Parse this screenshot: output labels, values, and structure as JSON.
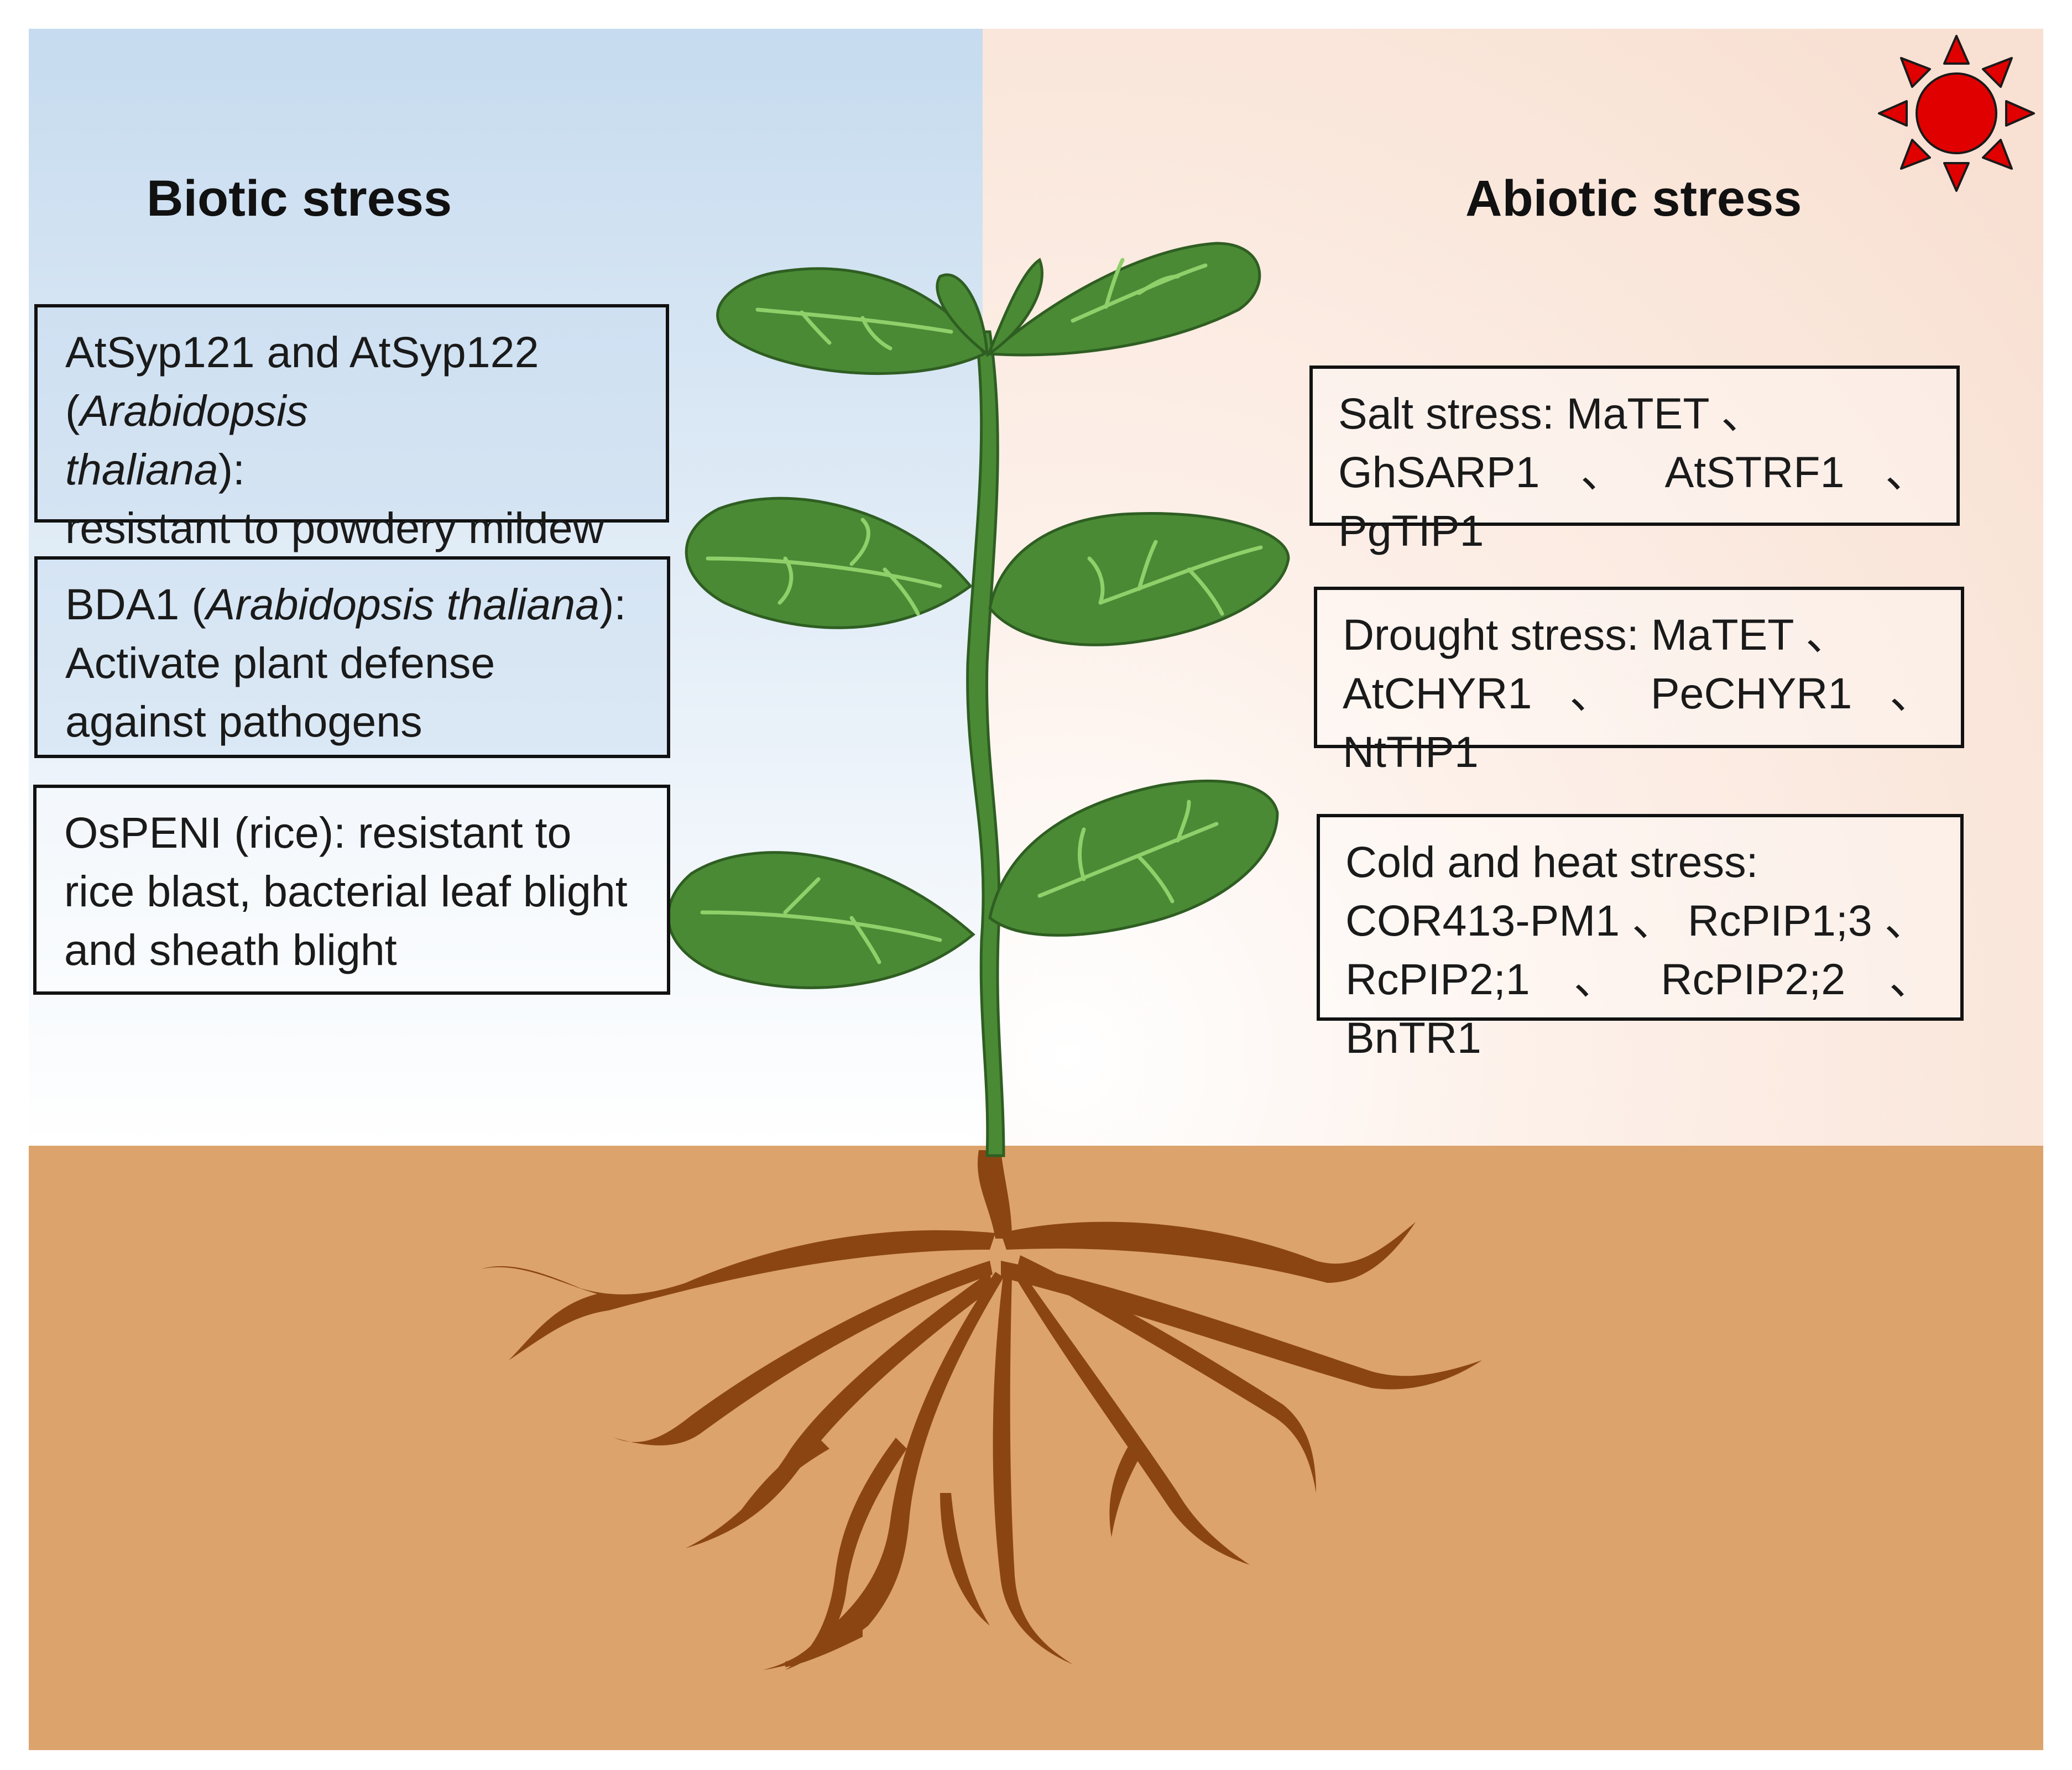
{
  "colors": {
    "sky_blue_top": "#c6dbef",
    "sky_warm": "#fae5d8",
    "soil": "#dca36c",
    "root": "#8b4513",
    "leaf": "#4a8a35",
    "leaf_vein": "#8fd06a",
    "sun": "#e00000"
  },
  "icons": [
    "sun-icon",
    "plant-illustration",
    "roots-illustration"
  ],
  "biotic": {
    "heading": "Biotic stress",
    "boxes": [
      {
        "line1": "AtSyp121 and AtSyp122",
        "line2_italic_a": "Arabidopsis",
        "line2_italic_b": "thaliana",
        "line2_open": "(",
        "line2_close": "):",
        "line3": "resistant to powdery mildew"
      },
      {
        "line1_pre": "BDA1 (",
        "line1_italic": "Arabidopsis thaliana",
        "line1_post": "):",
        "line2": "Activate plant defense",
        "line3": "against pathogens"
      },
      {
        "line1": "OsPENI (rice): resistant to",
        "line2": "rice blast, bacterial leaf blight",
        "line3": "and sheath blight"
      }
    ]
  },
  "abiotic": {
    "heading": "Abiotic stress",
    "boxes": [
      {
        "line1": "Salt stress: MaTET 、",
        "line2": "GhSARP1、AtSTRF1、PgTIP1"
      },
      {
        "line1": "Drought stress: MaTET 、",
        "line2": "AtCHYR1、PeCHYR1、NtTIP1"
      },
      {
        "line1": "Cold and heat stress:",
        "line2": "COR413-PM1 、 RcPIP1;3 、",
        "line3": "RcPIP2;1、RcPIP2;2、BnTR1"
      }
    ]
  }
}
